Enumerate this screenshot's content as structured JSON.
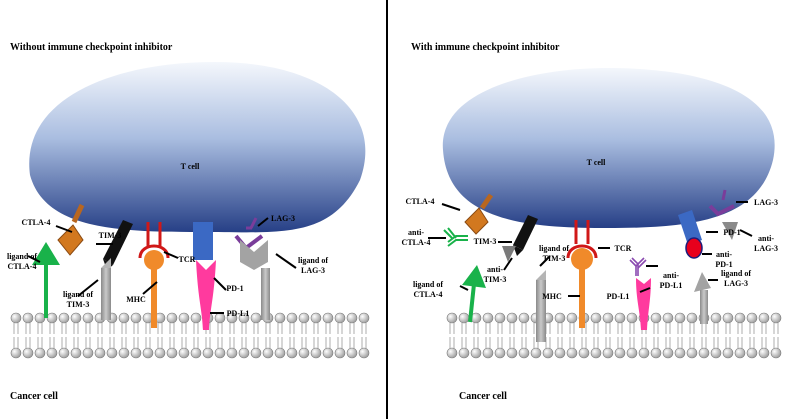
{
  "left": {
    "title": "Without immune checkpoint inhibitor",
    "cell_top": "T cell",
    "cell_bottom": "Cancer cell",
    "labels": {
      "ctla4": "CTLA-4",
      "ligand_ctla4_1": "ligand of",
      "ligand_ctla4_2": "CTLA-4",
      "tim3": "TIM-3",
      "ligand_tim3_1": "ligand of",
      "ligand_tim3_2": "TIM-3",
      "tcr": "TCR",
      "mhc": "MHC",
      "pd1": "PD-1",
      "pdl1": "PD-L1",
      "lag3": "LAG-3",
      "ligand_lag3_1": "ligand of",
      "ligand_lag3_2": "LAG-3"
    }
  },
  "right": {
    "title": "With immune checkpoint inhibitor",
    "cell_top": "T cell",
    "cell_bottom": "Cancer cell",
    "labels": {
      "ctla4": "CTLA-4",
      "anti_ctla4_1": "anti-",
      "anti_ctla4_2": "CTLA-4",
      "ligand_ctla4_1": "ligand of",
      "ligand_ctla4_2": "CTLA-4",
      "tim3": "TIM-3",
      "anti_tim3_1": "anti-",
      "anti_tim3_2": "TIM-3",
      "ligand_tim3_1": "ligand of",
      "ligand_tim3_2": "TIM-3",
      "tcr": "TCR",
      "mhc": "MHC",
      "pdl1": "PD-L1",
      "anti_pdl1_1": "anti-",
      "anti_pdl1_2": "PD-L1",
      "pd1": "PD-1",
      "anti_pd1_1": "anti-",
      "anti_pd1_2": "PD-1",
      "lag3": "LAG-3",
      "anti_lag3_1": "anti-",
      "anti_lag3_2": "LAG-3",
      "ligand_lag3_1": "ligand of",
      "ligand_lag3_2": "LAG-3"
    }
  }
}
